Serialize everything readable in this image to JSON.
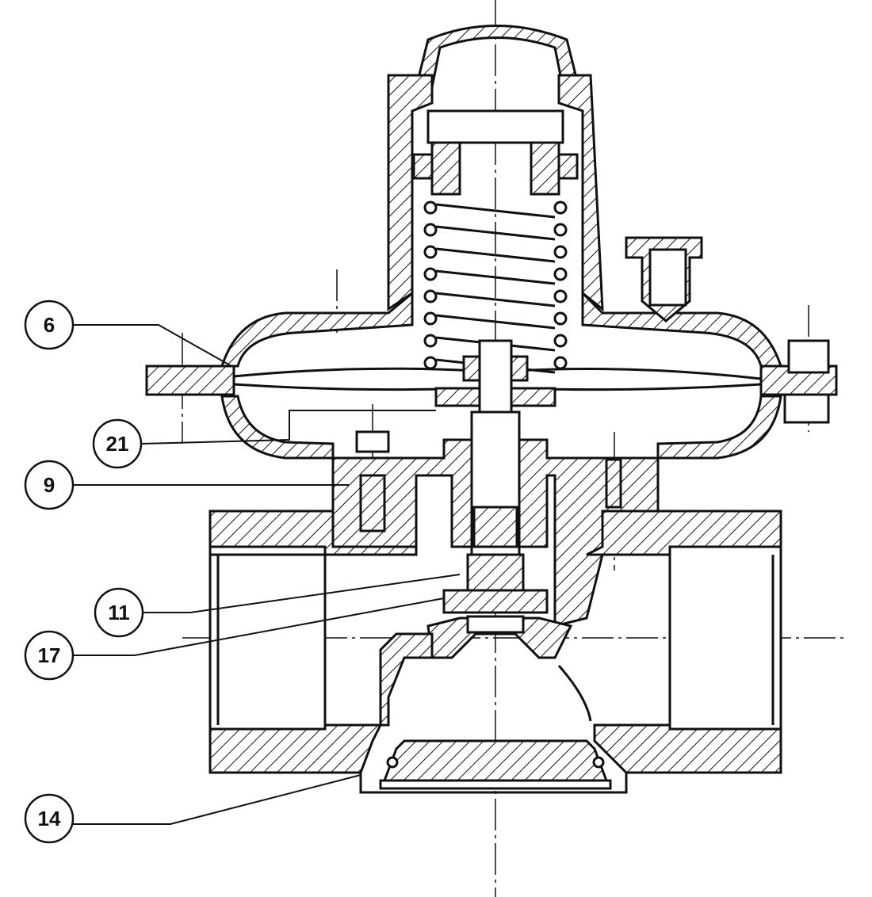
{
  "diagram": {
    "type": "sectional drawing of a pressure regulator valve",
    "callouts": [
      {
        "label": "6"
      },
      {
        "label": "21"
      },
      {
        "label": "9"
      },
      {
        "label": "11"
      },
      {
        "label": "17"
      },
      {
        "label": "14"
      }
    ]
  }
}
